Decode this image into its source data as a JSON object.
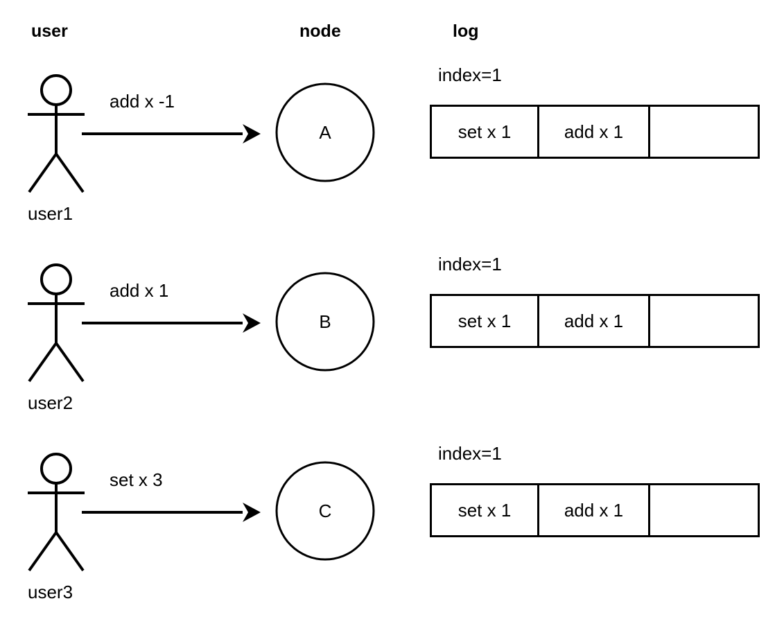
{
  "headers": {
    "user": "user",
    "node": "node",
    "log": "log"
  },
  "colors": {
    "stroke": "#000000",
    "background": "#ffffff",
    "text": "#000000"
  },
  "rows": [
    {
      "user_label": "user1",
      "request": "add x -1",
      "node_label": "A",
      "log": {
        "index_label": "index=1",
        "entries": [
          "set x 1",
          "add x 1",
          ""
        ]
      }
    },
    {
      "user_label": "user2",
      "request": "add x 1",
      "node_label": "B",
      "log": {
        "index_label": "index=1",
        "entries": [
          "set x 1",
          "add x 1",
          ""
        ]
      }
    },
    {
      "user_label": "user3",
      "request": "set x 3",
      "node_label": "C",
      "log": {
        "index_label": "index=1",
        "entries": [
          "set x 1",
          "add x 1",
          ""
        ]
      }
    }
  ]
}
